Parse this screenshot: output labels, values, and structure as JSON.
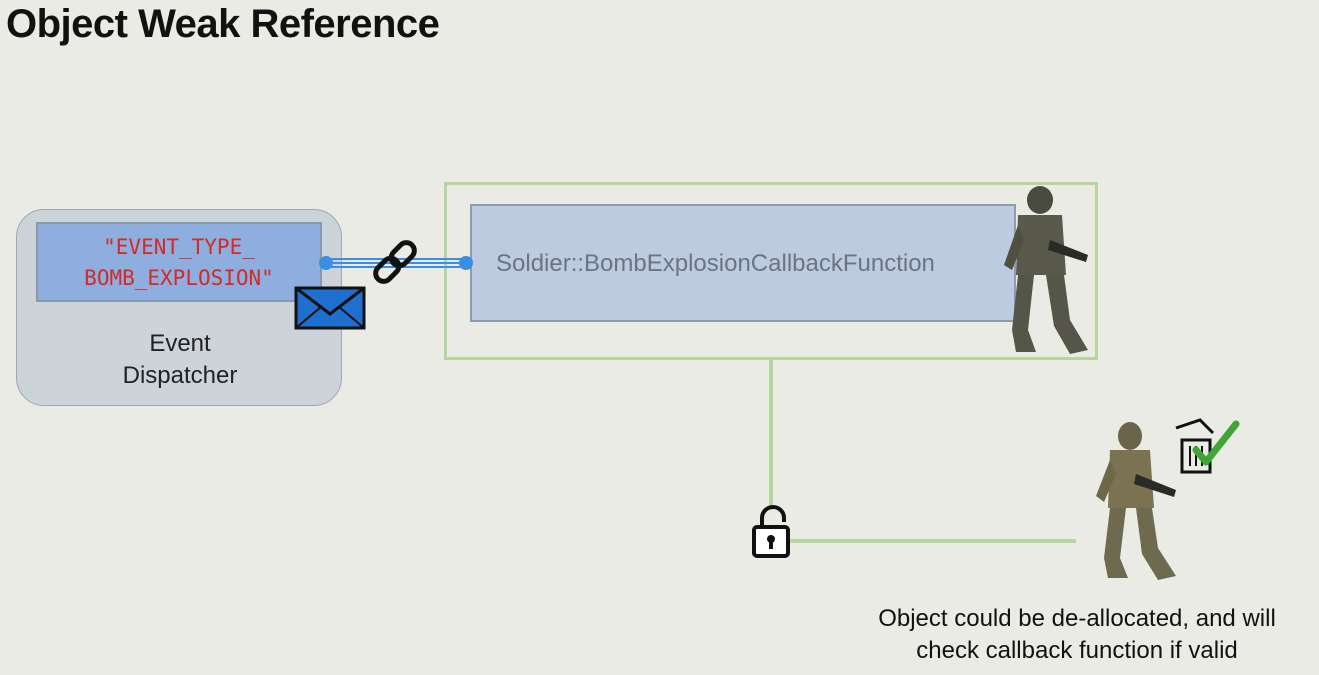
{
  "title": "Object Weak Reference",
  "dispatcher": {
    "event_type": "\"EVENT_TYPE_\nBOMB_EXPLOSION\"",
    "label": "Event\nDispatcher"
  },
  "callback": {
    "label": "Soldier::BombExplosionCallbackFunction"
  },
  "caption": "Object could be de-allocated, and will\ncheck callback function if valid",
  "icons": [
    "chain-link-icon",
    "envelope-icon",
    "soldier-icon",
    "open-padlock-icon",
    "trash-icon",
    "checkmark-icon"
  ],
  "colors": {
    "event_text": "#d42a24",
    "event_box": "#8eaee0",
    "callback_box": "#bccbe0",
    "green_line": "#b6d6a0",
    "connector_blue": "#3a8ee6"
  }
}
